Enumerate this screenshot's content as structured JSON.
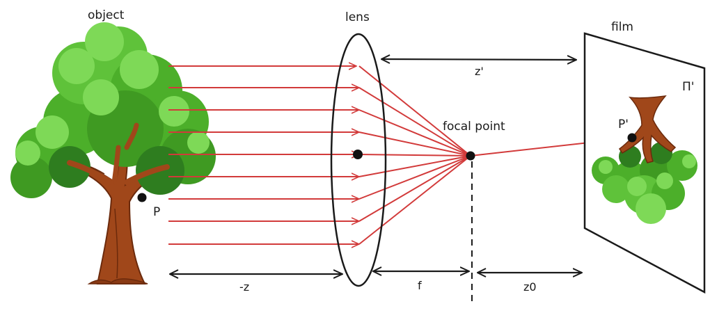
{
  "labels": {
    "object": "object",
    "lens": "lens",
    "film": "film",
    "focal_point": "focal point",
    "z_prime": "z'",
    "pi_prime": "Π'",
    "p_object": "P",
    "p_image": "P'",
    "neg_z": "-z",
    "f": "f",
    "z0": "z0"
  },
  "colors": {
    "ray": "#d23a3a",
    "ink": "#1a1a1a",
    "foliage_light": "#7ed957",
    "foliage_mid": "#4caf2a",
    "foliage_dark": "#2e7d1f",
    "trunk": "#a0471a",
    "trunk_dark": "#6b2a0c"
  },
  "icons": {
    "object": "tree-illustration",
    "image": "inverted-tree-illustration"
  }
}
